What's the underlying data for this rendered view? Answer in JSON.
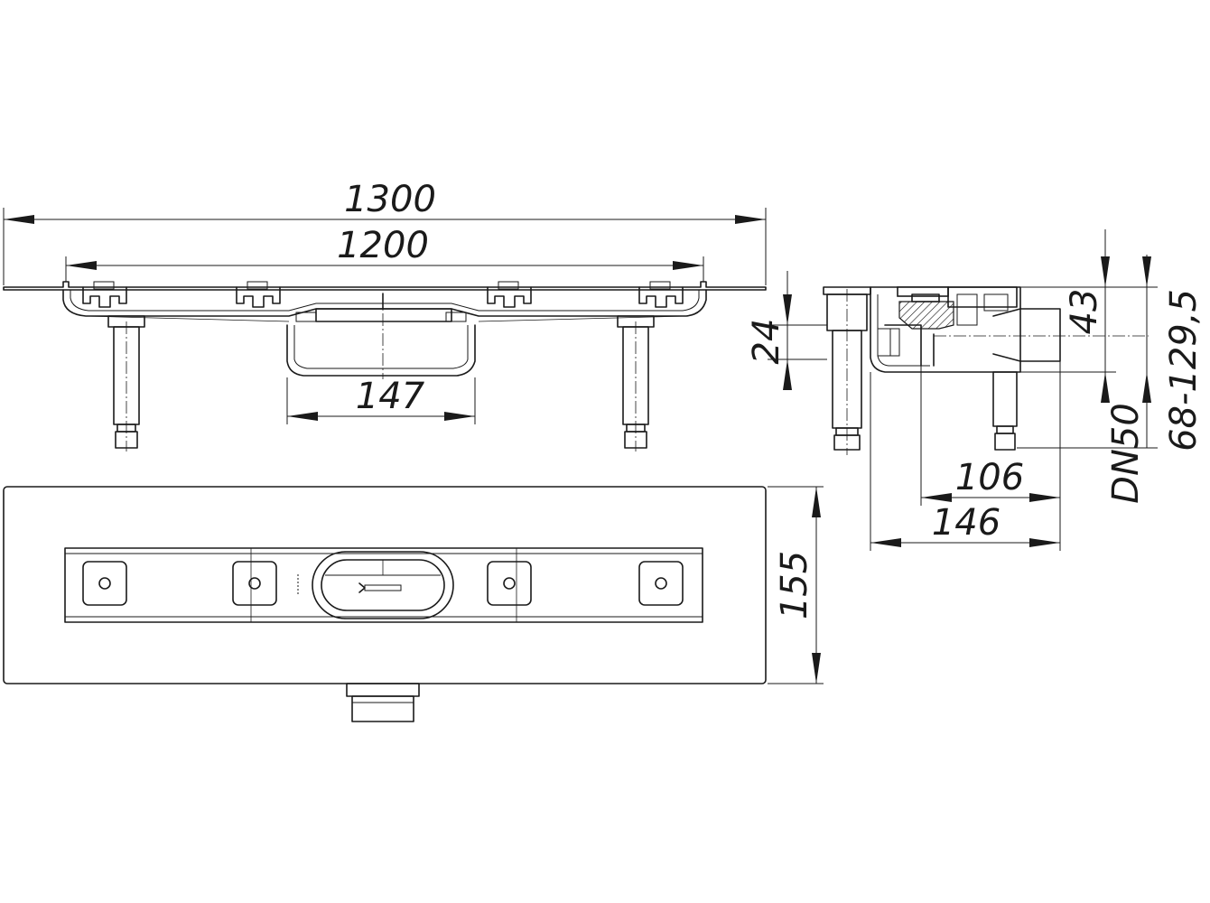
{
  "dimensions": {
    "overall_length": "1300",
    "channel_length": "1200",
    "sump_width": "147",
    "flange_height": "24",
    "cover_depth": "43",
    "adjust_range": "68-129,5",
    "outlet_size": "DN50",
    "outlet_offset": "106",
    "side_width": "146",
    "plan_width": "155"
  }
}
